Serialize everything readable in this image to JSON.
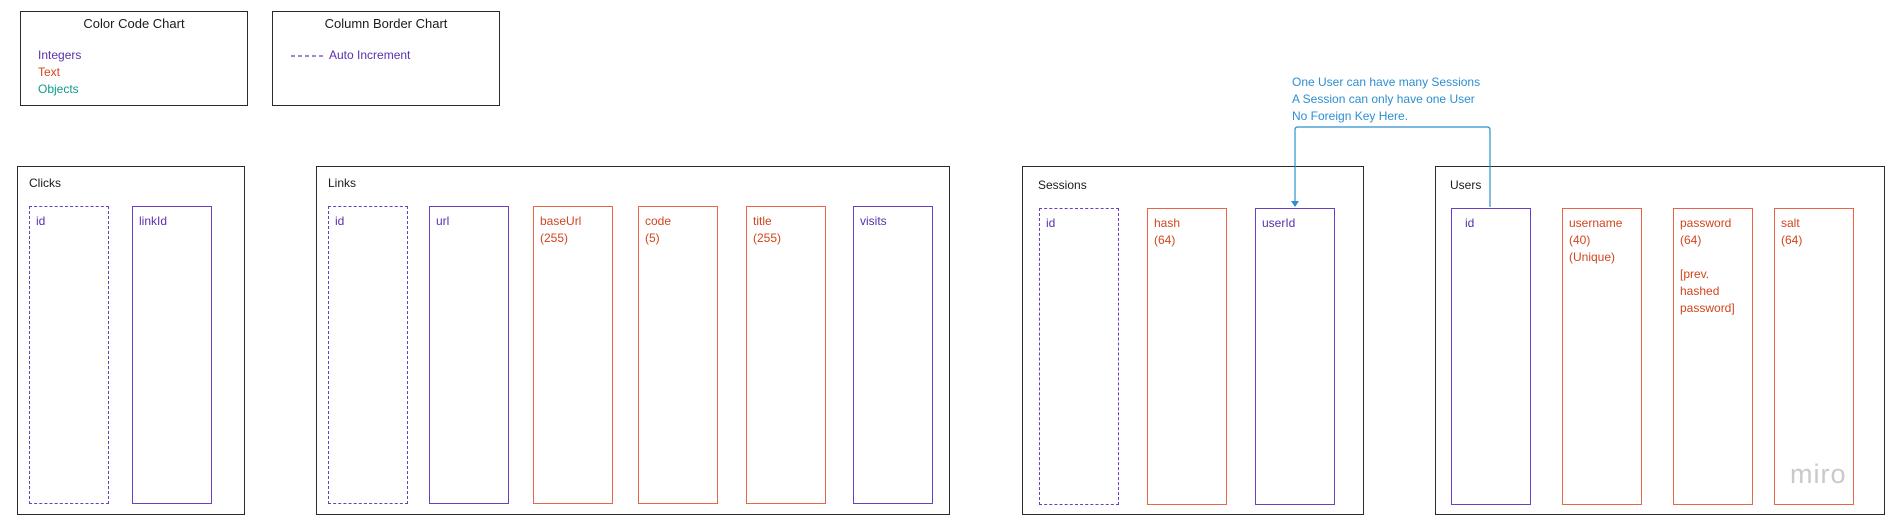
{
  "colors": {
    "integer": "#5a2fb0",
    "text": "#d2451e",
    "object": "#0f9b8e",
    "relation": "#2d8fd0"
  },
  "color_legend": {
    "title": "Color Code Chart",
    "items": [
      "Integers",
      "Text",
      "Objects"
    ]
  },
  "border_legend": {
    "title": "Column Border Chart",
    "items": [
      "Auto Increment"
    ]
  },
  "tables": [
    {
      "name": "Clicks",
      "columns": [
        {
          "label": "id",
          "type": "integer",
          "auto_increment": true
        },
        {
          "label": "linkId",
          "type": "integer",
          "auto_increment": false
        }
      ]
    },
    {
      "name": "Links",
      "columns": [
        {
          "label": "id",
          "type": "integer",
          "auto_increment": true
        },
        {
          "label": "url",
          "type": "integer",
          "auto_increment": false
        },
        {
          "label": "baseUrl\n(255)",
          "type": "text",
          "auto_increment": false
        },
        {
          "label": "code\n(5)",
          "type": "text",
          "auto_increment": false
        },
        {
          "label": "title\n(255)",
          "type": "text",
          "auto_increment": false
        },
        {
          "label": "visits",
          "type": "integer",
          "auto_increment": false
        }
      ]
    },
    {
      "name": "Sessions",
      "columns": [
        {
          "label": "id",
          "type": "integer",
          "auto_increment": true
        },
        {
          "label": "hash\n(64)",
          "type": "text",
          "auto_increment": false
        },
        {
          "label": "userId",
          "type": "integer",
          "auto_increment": false
        }
      ]
    },
    {
      "name": "Users",
      "columns": [
        {
          "label": "id",
          "type": "integer",
          "auto_increment": false
        },
        {
          "label": "username\n(40)\n(Unique)",
          "type": "text",
          "auto_increment": false
        },
        {
          "label": "password\n(64)\n\n[prev.\nhashed\npassword]",
          "type": "text",
          "auto_increment": false
        },
        {
          "label": "salt\n(64)",
          "type": "text",
          "auto_increment": false
        }
      ]
    }
  ],
  "relation_note": [
    "One User can have many Sessions",
    "A Session can only have one User",
    "No Foreign Key Here."
  ],
  "watermark": "miro"
}
